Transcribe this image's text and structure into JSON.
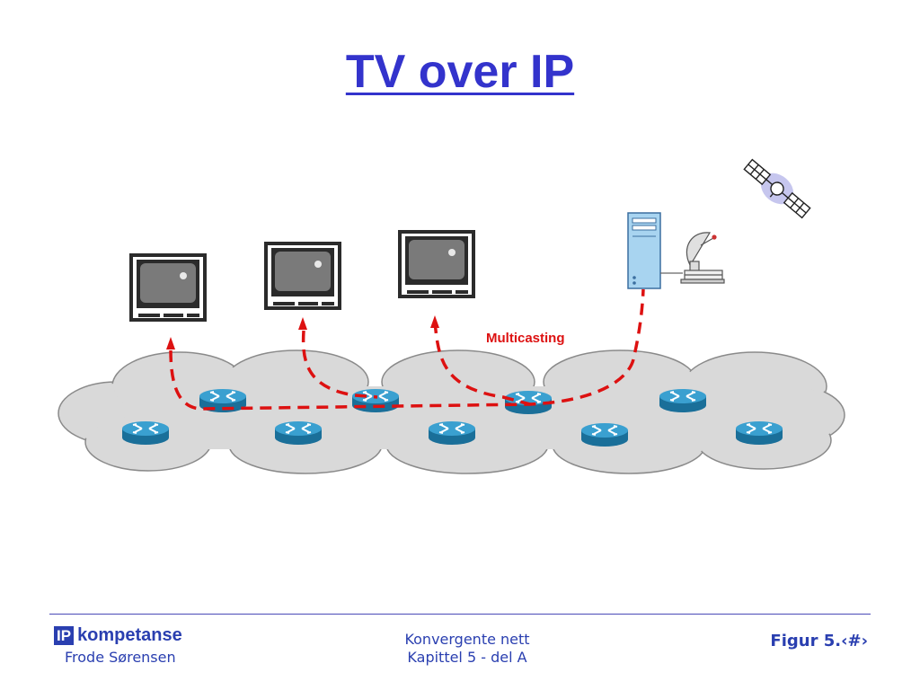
{
  "slide": {
    "title": "TV over IP",
    "annotation": "Multicasting"
  },
  "footer": {
    "logo_mark": "IP",
    "logo_text": "kompetanse",
    "author": "Frode Sørensen",
    "course_line1": "Konvergente nett",
    "course_line2": "Kapittel 5 - del A",
    "figure_label": "Figur 5.‹#›"
  },
  "icons": {
    "tv": "tv-icon",
    "server": "server-icon",
    "dish": "satellite-dish-icon",
    "satellite": "satellite-icon",
    "router": "router-icon"
  },
  "colors": {
    "title": "#3333cc",
    "multicast_path": "#dd1111",
    "cloud": "#d9d9d9",
    "router": "#2a8ab8",
    "server": "#a8d4f0",
    "footer_text": "#2a3fb0"
  }
}
